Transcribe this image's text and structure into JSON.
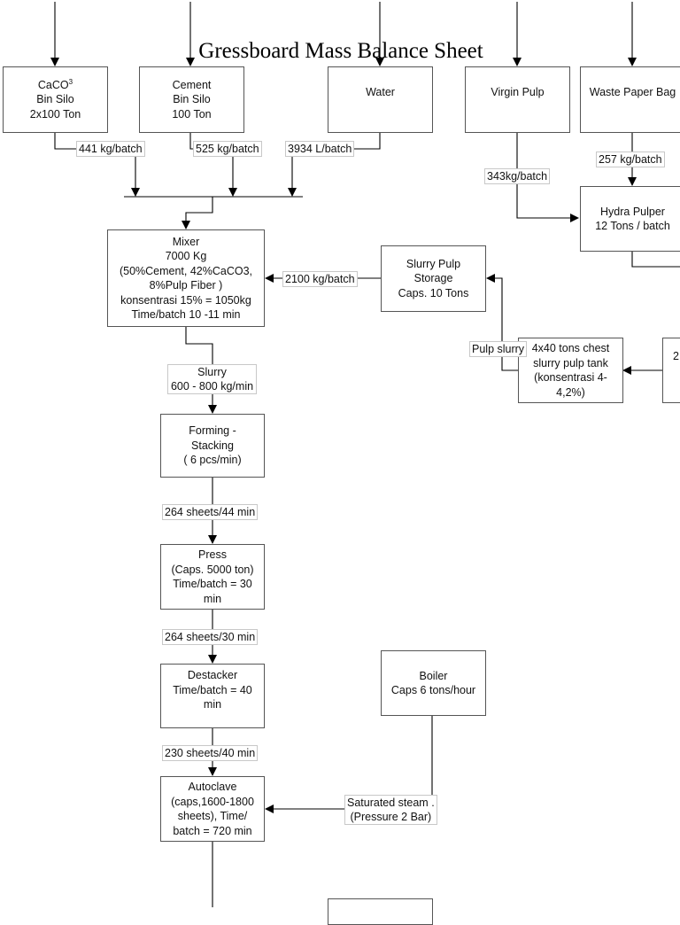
{
  "title": "Gressboard Mass Balance Sheet",
  "nodes": {
    "caco3": {
      "line1": "CaCO",
      "sup": "3",
      "line2": "Bin Silo",
      "line3": "2x100 Ton"
    },
    "cement": {
      "line1": "Cement",
      "line2": "Bin Silo",
      "line3": "100  Ton"
    },
    "water": {
      "line1": "Water"
    },
    "virgin_pulp": {
      "line1": "Virgin Pulp"
    },
    "waste_paper": {
      "line1": "Waste Paper Bag"
    },
    "hydra_pulper": {
      "line1": "Hydra Pulper",
      "line2": "12 Tons  / batch"
    },
    "mixer": {
      "line1": "Mixer",
      "line2": "7000 Kg",
      "line3": "(50%Cement, 42%CaCO3,",
      "line4": "8%Pulp Fiber )",
      "line5": "konsentrasi 15% = 1050kg",
      "line6": "Time/batch 10 -11 min"
    },
    "slurry_storage": {
      "line1": "Slurry Pulp",
      "line2": "Storage",
      "line3": "Caps. 10 Tons"
    },
    "chest": {
      "line1": "4x40 tons chest",
      "line2": "slurry pulp tank",
      "line3": "(konsentrasi 4-",
      "line4": "4,2%)"
    },
    "partial_right": {
      "line1": "2"
    },
    "forming": {
      "line1": "Forming -",
      "line2": "Stacking",
      "line3": "( 6 pcs/min)"
    },
    "press": {
      "line1": "Press",
      "line2": "(Caps. 5000 ton)",
      "line3": "Time/batch = 30",
      "line4": "min"
    },
    "destacker": {
      "line1": "Destacker",
      "line2": "Time/batch = 40",
      "line3": "min"
    },
    "boiler": {
      "line1": "Boiler",
      "line2": "Caps 6 tons/hour"
    },
    "autoclave": {
      "line1": "Autoclave",
      "line2": "(caps,1600-1800",
      "line3": "sheets), Time/",
      "line4": "batch = 720 min"
    }
  },
  "flows": {
    "caco3_rate": "441 kg/batch",
    "cement_rate": "525 kg/batch",
    "water_rate": "3934 L/batch",
    "virgin_pulp_rate": "343kg/batch",
    "waste_paper_rate": "257 kg/batch",
    "storage_to_mixer": "2100 kg/batch",
    "pulp_slurry": "Pulp slurry",
    "slurry_line1": "Slurry",
    "slurry_line2": "600 - 800 kg/min",
    "forming_to_press": "264 sheets/44 min",
    "press_to_destacker": "264 sheets/30 min",
    "destacker_to_autoclave": "230 sheets/40 min",
    "steam_line1": "Saturated steam .",
    "steam_line2": "(Pressure 2 Bar)"
  }
}
